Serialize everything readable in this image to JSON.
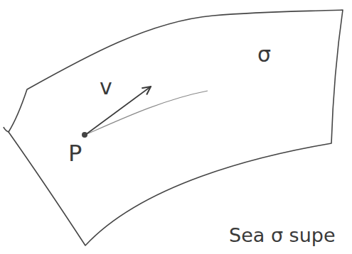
{
  "diagram": {
    "labels": [
      "v",
      "P",
      "σ",
      "Sea σ supe"
    ]
  }
}
